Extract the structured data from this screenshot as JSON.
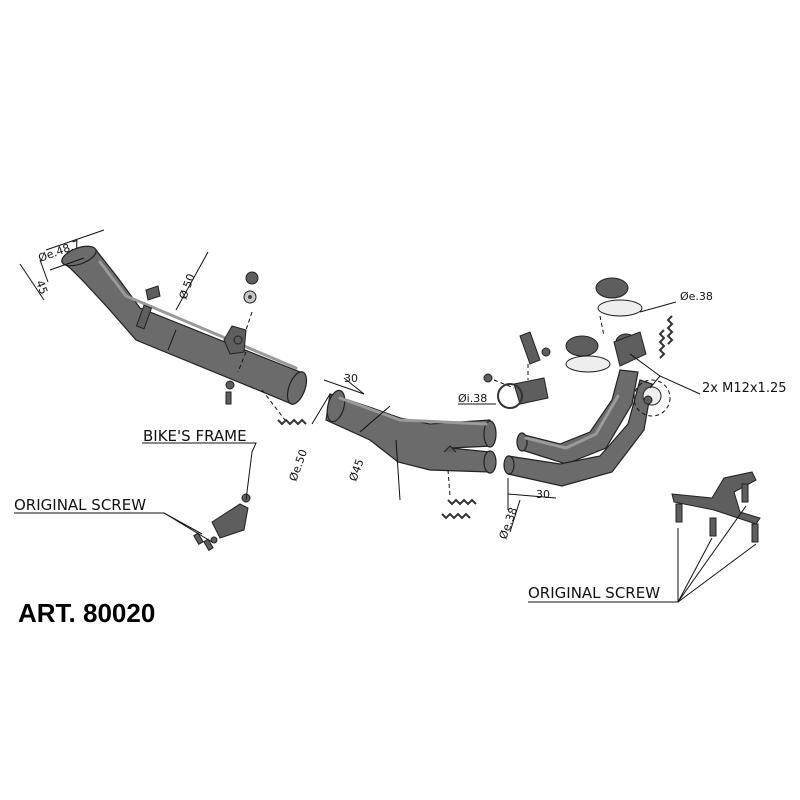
{
  "labels": {
    "bikes_frame": "BIKE'S FRAME",
    "original_screw_left": "ORIGINAL SCREW",
    "original_screw_right": "ORIGINAL SCREW",
    "article": "ART. 80020",
    "thread_spec": "2x M12x1.25"
  },
  "dimensions": {
    "d_e_48_7": "Øe.48.7",
    "len_45": "45",
    "d_50_a": "Ø 50",
    "len_30_a": "30",
    "d_e_50": "Øe.50",
    "d_45": "Ø45",
    "d_i_38": "Øi.38",
    "len_30_b": "30",
    "d_e_38_a": "Øe.38",
    "d_e_38_b": "Øe.38"
  },
  "colors": {
    "pipe": "#6b6b6b",
    "line": "#111111"
  }
}
